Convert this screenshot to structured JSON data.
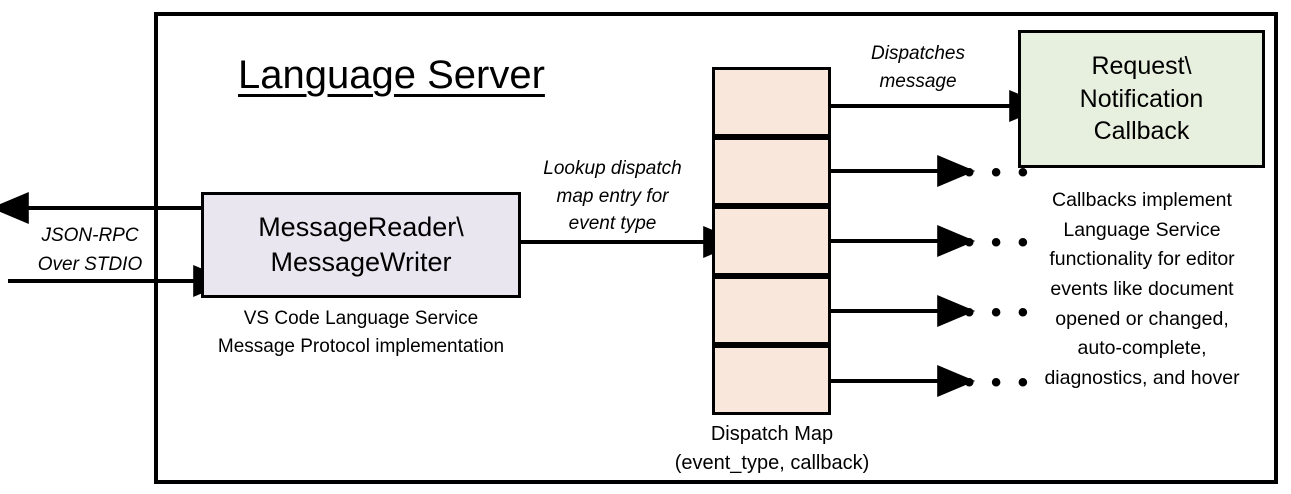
{
  "diagram": {
    "title": "Language Server",
    "boundary_name": "Language Server boundary",
    "external": {
      "protocol_label_line1": "JSON-RPC",
      "protocol_label_line2": "Over STDIO",
      "outbound_arrow": "arrow-left-outbound",
      "inbound_arrow": "arrow-right-inbound"
    },
    "reader_writer": {
      "line1": "MessageReader\\",
      "line2": "MessageWriter",
      "caption_line1": "VS Code Language Service",
      "caption_line2": "Message Protocol implementation",
      "fill": "#e9e6f0",
      "stroke": "#000000"
    },
    "lookup_label": {
      "line1": "Lookup dispatch",
      "line2": "map entry for",
      "line3": "event type"
    },
    "dispatch_map": {
      "caption_line1": "Dispatch Map",
      "caption_line2": "(event_type, callback)",
      "cell_fill": "#fae7db",
      "stroke": "#000000",
      "row_count": 5,
      "rows": [
        {
          "index": 1,
          "dot": "callback-dot",
          "target": "Request\\Notification Callback"
        },
        {
          "index": 2,
          "dot": "callback-dot",
          "target": "..."
        },
        {
          "index": 3,
          "dot": "callback-dot",
          "target": "..."
        },
        {
          "index": 4,
          "dot": "callback-dot",
          "target": "..."
        },
        {
          "index": 5,
          "dot": "callback-dot",
          "target": "..."
        }
      ],
      "ellipsis": "• • •"
    },
    "dispatches_label": {
      "line1": "Dispatches",
      "line2": "message"
    },
    "callback": {
      "line1": "Request\\",
      "line2": "Notification",
      "line3": "Callback",
      "fill": "#e7efde",
      "stroke": "#000000",
      "caption_line1": "Callbacks implement",
      "caption_line2": "Language Service",
      "caption_line3": "functionality for editor",
      "caption_line4": "events like document",
      "caption_line5": "opened or changed,",
      "caption_line6": "auto-complete,",
      "caption_line7": "diagnostics, and hover"
    }
  }
}
